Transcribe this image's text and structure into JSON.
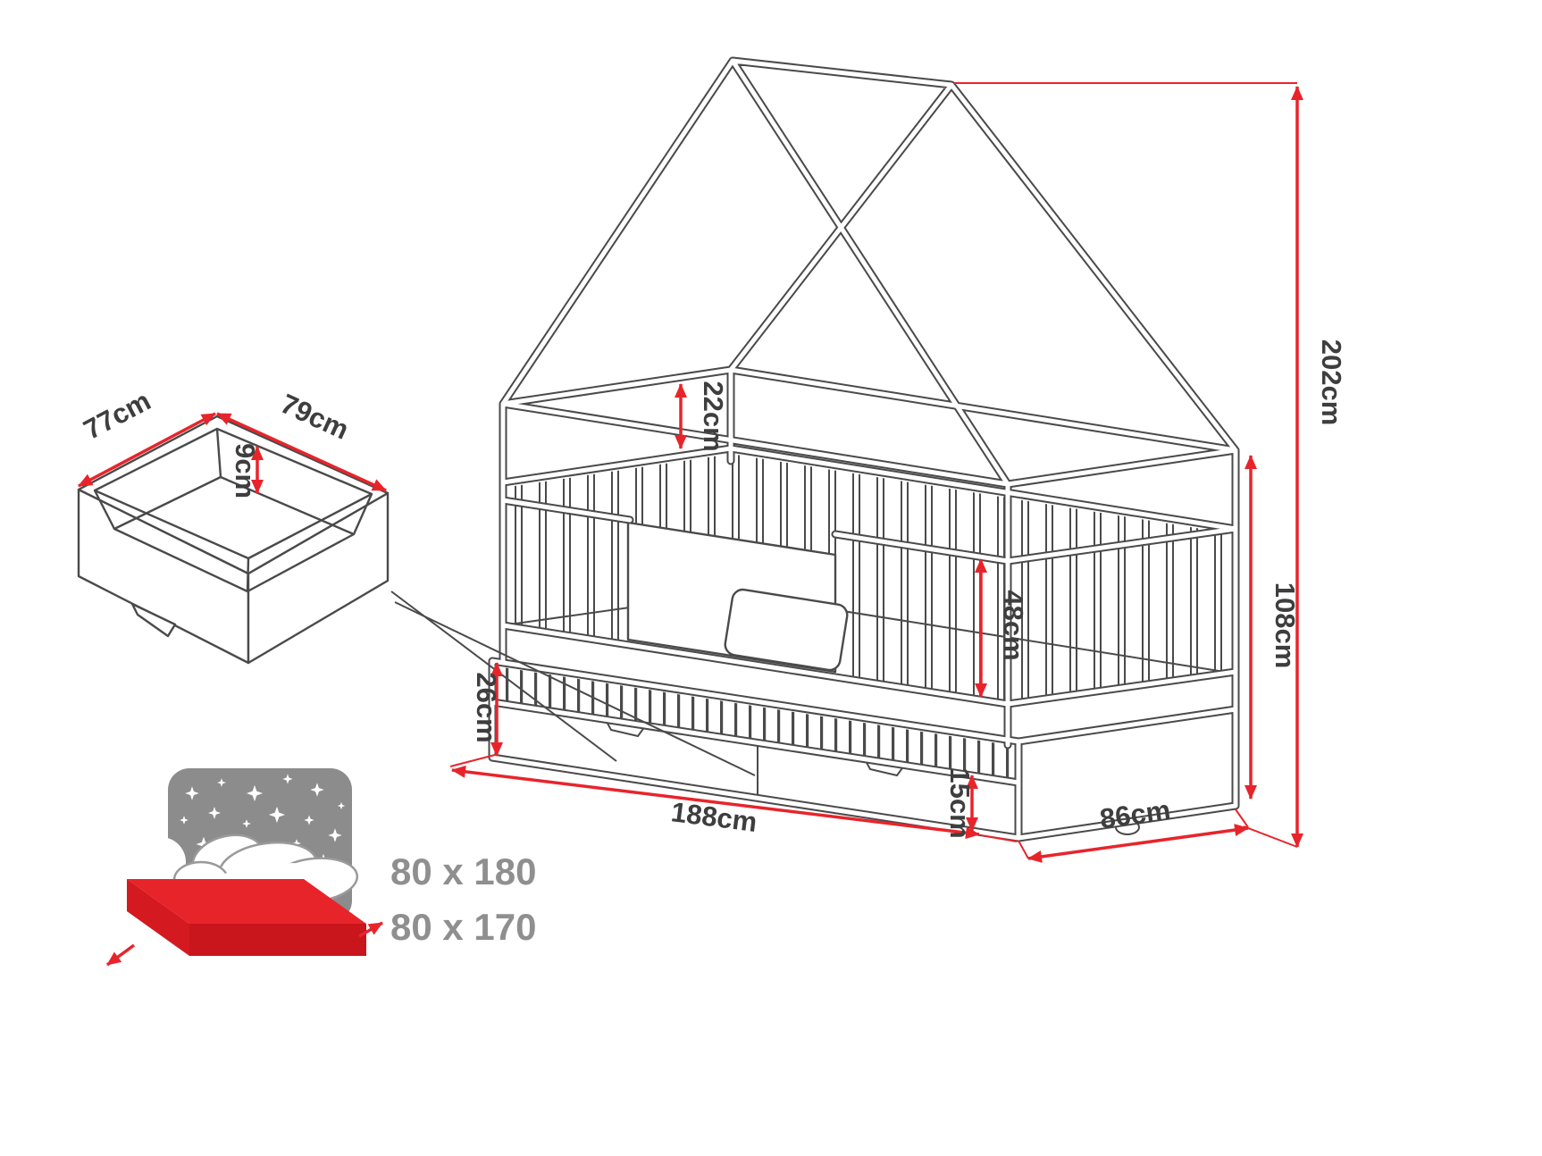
{
  "diagram": {
    "type": "furniture-dimension-drawing",
    "subject": "house bed with trundle guest bed and storage drawers",
    "colors": {
      "dimension_red": "#e8242b",
      "line_gray": "#4a4a4a",
      "label_gray": "#8f8f8f",
      "star_panel_gray": "#8c8c8c",
      "mattress_red": "#e8242b",
      "mattress_red_dark": "#c9151c"
    },
    "bed_dimensions": {
      "total_height": "202cm",
      "side_height": "108cm",
      "roof_to_rail_gap": "22cm",
      "guard_rail_height": "48cm",
      "trundle_section_height": "26cm",
      "drawer_front_height": "15cm",
      "total_length": "188cm",
      "total_depth": "86cm"
    },
    "storage_drawer_dimensions": {
      "width": "77cm",
      "depth": "79cm",
      "inner_height": "9cm"
    },
    "mattress_sizes": {
      "main_bed": "80 x 180",
      "trundle_bed": "80 x 170"
    }
  }
}
